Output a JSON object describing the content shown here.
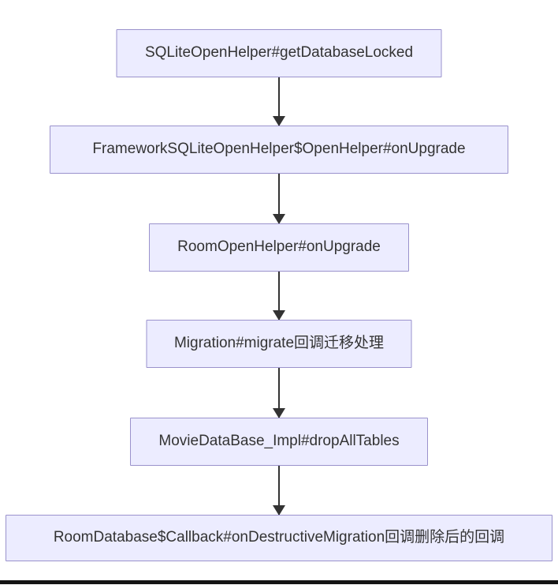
{
  "diagram": {
    "type": "flowchart",
    "direction": "top-down",
    "colors": {
      "background": "#FFFFFF",
      "node_fill": "#ECECFF",
      "node_border": "#9A92CC",
      "arrow": "#333333",
      "text": "#333333",
      "bottom_bar": "#141414"
    },
    "nodes": [
      {
        "label": "SQLiteOpenHelper#getDatabaseLocked"
      },
      {
        "label": "FrameworkSQLiteOpenHelper$OpenHelper#onUpgrade"
      },
      {
        "label": "RoomOpenHelper#onUpgrade"
      },
      {
        "label": "Migration#migrate回调迁移处理"
      },
      {
        "label": "MovieDataBase_Impl#dropAllTables"
      },
      {
        "label": "RoomDatabase$Callback#onDestructiveMigration回调删除后的回调"
      }
    ],
    "edges": [
      {
        "from": "SQLiteOpenHelper#getDatabaseLocked",
        "to": "FrameworkSQLiteOpenHelper$OpenHelper#onUpgrade"
      },
      {
        "from": "FrameworkSQLiteOpenHelper$OpenHelper#onUpgrade",
        "to": "RoomOpenHelper#onUpgrade"
      },
      {
        "from": "RoomOpenHelper#onUpgrade",
        "to": "Migration#migrate回调迁移处理"
      },
      {
        "from": "Migration#migrate回调迁移处理",
        "to": "MovieDataBase_Impl#dropAllTables"
      },
      {
        "from": "MovieDataBase_Impl#dropAllTables",
        "to": "RoomDatabase$Callback#onDestructiveMigration回调删除后的回调"
      }
    ]
  }
}
